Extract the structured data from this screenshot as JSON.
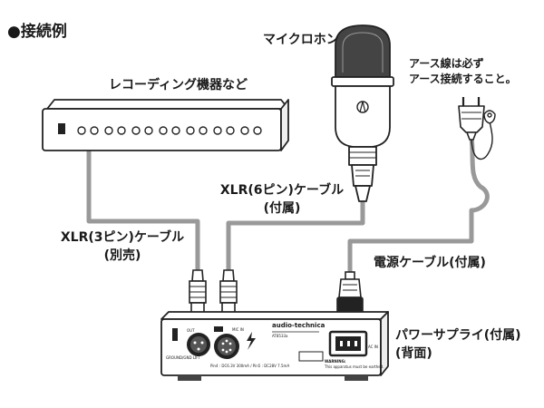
{
  "heading": "●接続例",
  "labels": {
    "recorder": "レコーディング機器など",
    "microphone": "マイクロホン",
    "ground_note_1": "アース線は必ず",
    "ground_note_2": "アース接続すること。",
    "cable_6pin_1": "XLR(6ピン)ケーブル",
    "cable_6pin_2": "(付属)",
    "cable_3pin_1": "XLR(3ピン)ケーブル",
    "cable_3pin_2": "(別売)",
    "power_cable": "電源ケーブル(付属)",
    "power_supply_1": "パワーサプライ(付属)",
    "power_supply_2": "(背面)"
  },
  "panel": {
    "brand": "audio-technica",
    "model": "AT8533a",
    "output_label": "OUT",
    "mic_in_label": "MIC IN",
    "ground_lift_label": "GROUND/GND LIFT",
    "ac_in_label": "AC IN",
    "spec_text": "Pin4 : DC6.3V 300mA / Pin5 : DC28V 7.5mA",
    "warning_title": "WARNING:",
    "warning_text": "This apparatus must be earthed."
  },
  "colors": {
    "ink": "#1a1a1a",
    "cable": "#999999",
    "device_body": "#ffffff",
    "device_edge": "#222222"
  }
}
